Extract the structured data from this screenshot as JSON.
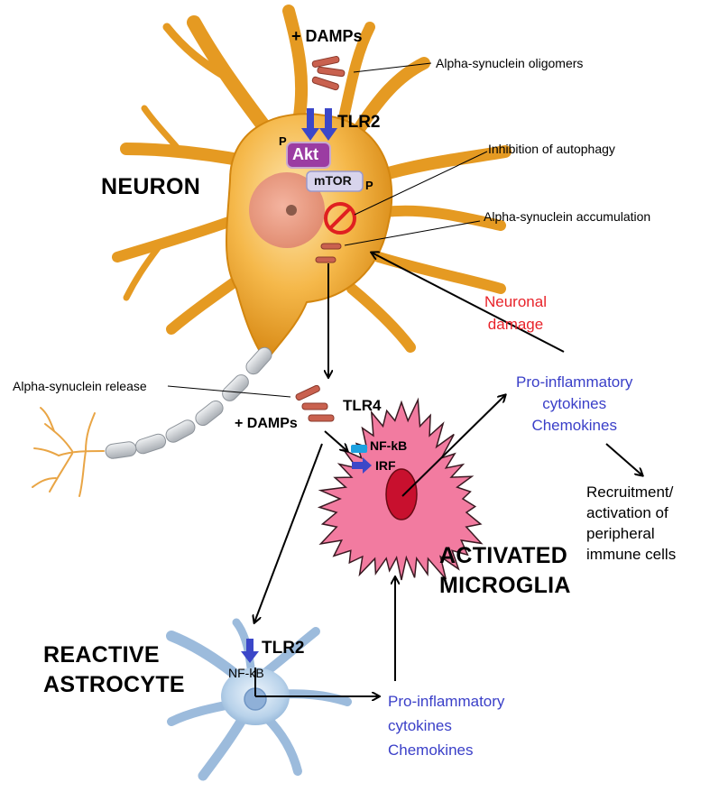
{
  "labels": {
    "damps_top": "+ DAMPs",
    "oligomers": "Alpha-synuclein oligomers",
    "tlr2_top": "TLR2",
    "p_akt": "P",
    "akt": "Akt",
    "mtor": "mTOR",
    "p_mtor": "P",
    "inhibition": "Inhibition of autophagy",
    "accumulation": "Alpha-synuclein accumulation",
    "neuron": "NEURON",
    "neuronal_damage": "Neuronal\ndamage",
    "release": "Alpha-synuclein release",
    "damps_bottom": "+ DAMPs",
    "tlr4": "TLR4",
    "nfkb_microglia": "NF-kB",
    "irf": "IRF",
    "proinflam_1": "Pro-inflammatory\ncytokines\nChemokines",
    "recruitment": "Recruitment/\nactivation of\nperipheral\nimmune cells",
    "microglia": "ACTIVATED\nMICROGLIA",
    "astrocyte": "REACTIVE\nASTROCYTE",
    "tlr2_astro": "TLR2",
    "nfkb_astro": "NF-kB",
    "proinflam_2": "Pro-inflammatory\ncytokines\nChemokines"
  },
  "icons": {
    "neuron": "neuron-cell-icon",
    "microglia": "microglia-cell-icon",
    "astrocyte": "astrocyte-cell-icon",
    "inhibition": "prohibition-icon"
  },
  "colors": {
    "neuron": "#f0a830",
    "microglia": "#f27ba0",
    "astrocyte": "#a9c6e2",
    "receptor": "#3b47c8",
    "akt": "#9b3ca2",
    "inhibit": "#e02020",
    "text_blue": "#3a3fc8",
    "text_red": "#e8232a"
  }
}
